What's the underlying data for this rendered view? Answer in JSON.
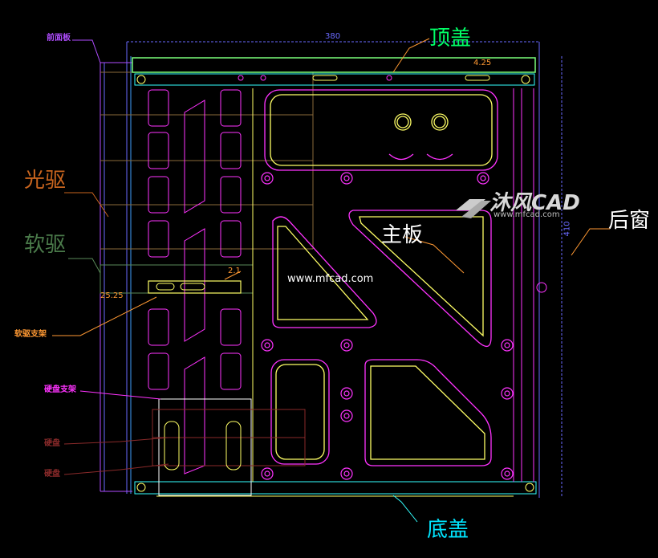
{
  "labels": {
    "top_cover": "顶盖",
    "bottom_cover": "底盖",
    "optical_drive": "光驱",
    "floppy_drive": "软驱",
    "motherboard": "主板",
    "rear_window": "后窗",
    "front_panel": "前面板",
    "floppy_bracket": "软驱支架",
    "hdd_bracket": "硬盘支架",
    "hdd1": "硬盘",
    "hdd2": "硬盘",
    "website": "www.mfcad.com"
  },
  "dimensions": {
    "width": "380",
    "height": "410",
    "d1": "4.25",
    "d2": "2.1",
    "d3": "25.25"
  },
  "watermark": {
    "brand": "沐风CAD",
    "url": "www.mfcad.com"
  },
  "colors": {
    "background": "#000000",
    "top_label": "#00ff66",
    "bottom_label": "#00e5ff",
    "optical_label": "#c8641e",
    "floppy_label": "#4a7a4a",
    "white_label": "#ffffff",
    "magenta": "#ff33ff",
    "yellow": "#ffff66",
    "cyan": "#33ffff",
    "red": "#ff3333",
    "purple": "#b04dff",
    "blue": "#6a6aff",
    "orange": "#ff9933"
  }
}
